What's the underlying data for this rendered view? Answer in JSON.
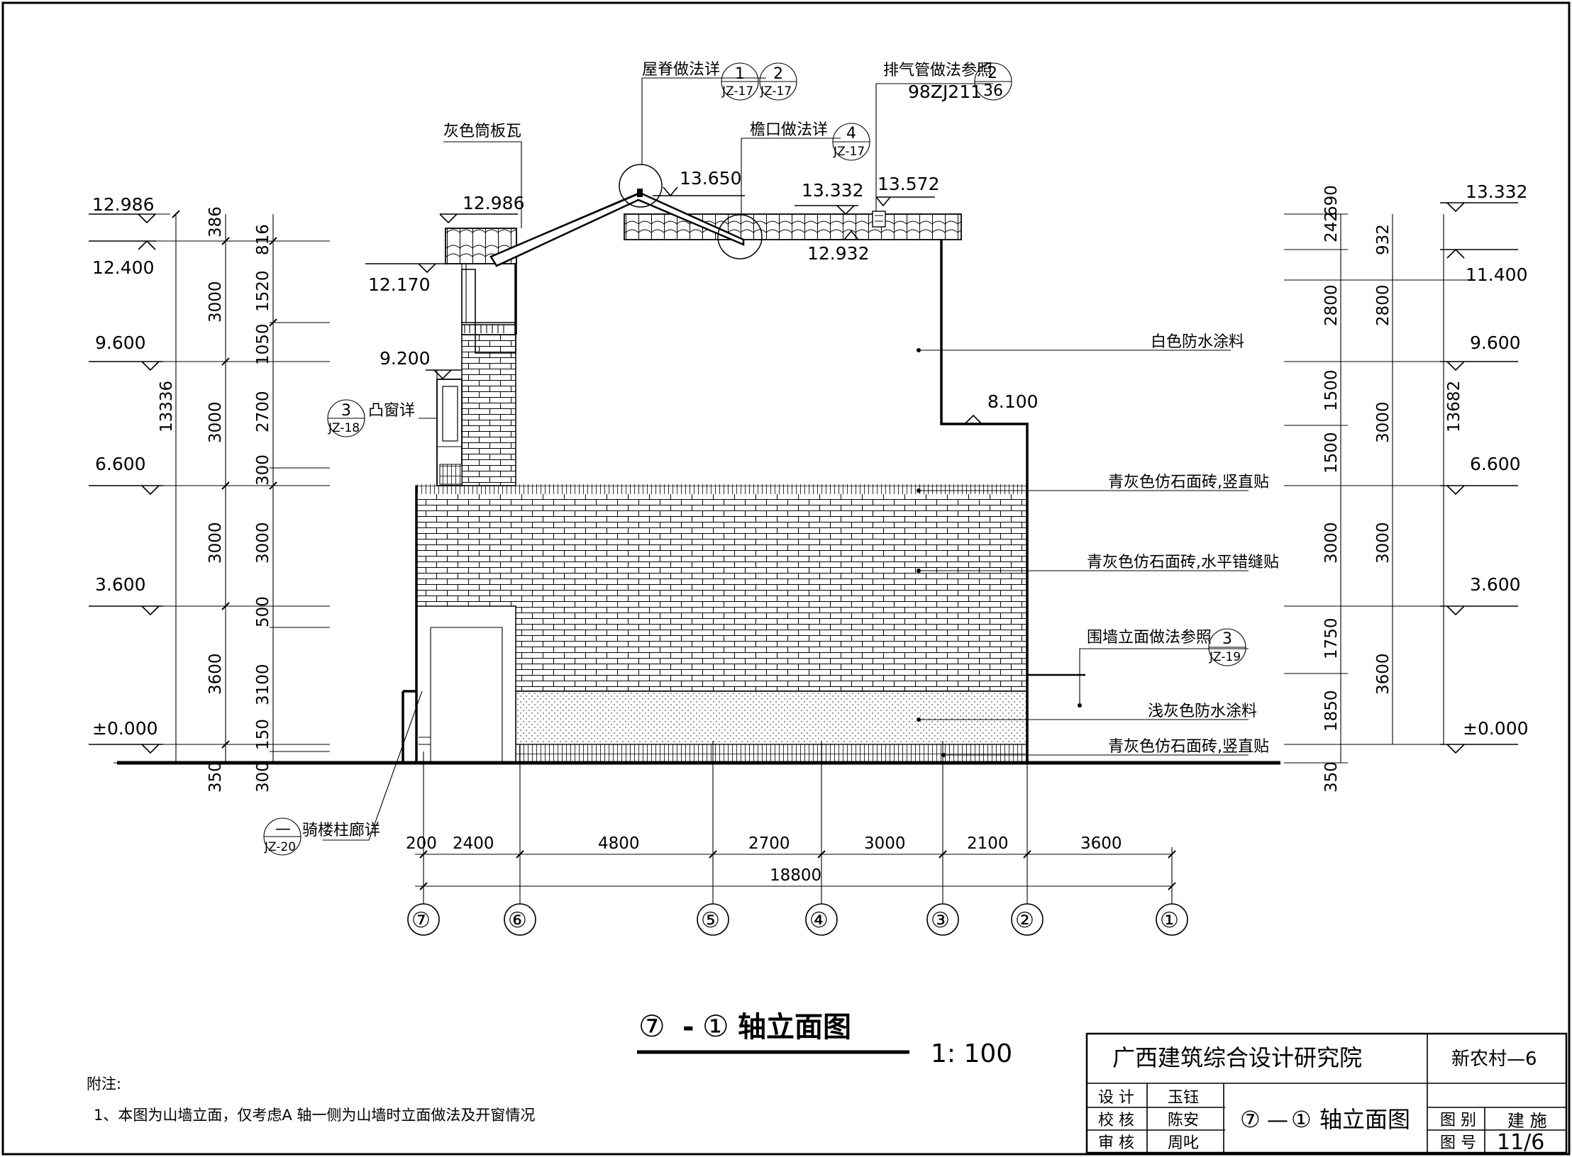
{
  "drawing": {
    "title_circle_left": "⑦",
    "title_dash": "-",
    "title_circle_right": "①",
    "title_text": "轴立面图",
    "scale": "1: 100"
  },
  "notes": {
    "heading": "附注:",
    "item1": "1、本图为山墙立面，仅考虑A 轴一侧为山墙时立面做法及开窗情况"
  },
  "title_block": {
    "institute": "广西建筑综合设计研究院",
    "project": "新农村—6",
    "drawing_name_a": "⑦",
    "drawing_name_b": "—",
    "drawing_name_c": "①",
    "drawing_name_d": "轴立面图",
    "design_label": "设 计",
    "designer": "玉钰",
    "check_label": "校 核",
    "checker": "陈安",
    "review_label": "审 核",
    "reviewer": "周叱",
    "category_label": "图 别",
    "category": "建 施",
    "number_label": "图 号",
    "number": "11/6"
  },
  "left_elevations": [
    "12.986",
    "12.400",
    "9.600",
    "6.600",
    "3.600",
    "±0.000"
  ],
  "right_elevations": [
    "13.332",
    "11.400",
    "9.600",
    "6.600",
    "3.600",
    "±0.000"
  ],
  "roof_elevations": {
    "eave_left": "12.986",
    "ridge": "13.650",
    "eave_right_top": "13.332",
    "vent": "13.572",
    "eave_right_bottom": "12.932",
    "balcony": "12.170",
    "bay_window": "9.200",
    "step": "8.100"
  },
  "left_dims_outer": [
    "13336"
  ],
  "left_dims_mid": [
    "386",
    "3000",
    "3000",
    "3000",
    "3600",
    "350"
  ],
  "left_dims_inner": [
    "816",
    "1520",
    "1050",
    "2700",
    "300",
    "3000",
    "500",
    "3100",
    "150",
    "300"
  ],
  "right_dims_inner": [
    "242",
    "690",
    "2800",
    "1500",
    "1500",
    "3000",
    "1750",
    "1850",
    "350"
  ],
  "right_dims_outer_col": [
    "932",
    "2800",
    "3000",
    "3000",
    "3600"
  ],
  "right_dims_total": "13682",
  "bottom_dims": [
    "200",
    "2400",
    "4800",
    "2700",
    "3000",
    "2100",
    "3600"
  ],
  "bottom_total": "18800",
  "axes": [
    "⑦",
    "⑥",
    "⑤",
    "④",
    "③",
    "②",
    "①"
  ],
  "annotations": {
    "ridge_detail": "屋脊做法详",
    "ridge_ref1_top": "1",
    "ridge_ref1_bottom": "JZ-17",
    "ridge_ref2_top": "2",
    "ridge_ref2_bottom": "JZ-17",
    "vent_detail": "排气管做法参照",
    "vent_code": "98ZJ211",
    "vent_ref_top": "2",
    "vent_ref_bottom": "36",
    "tile": "灰色筒板瓦",
    "eave_detail": "檐口做法详",
    "eave_ref_top": "4",
    "eave_ref_bottom": "JZ-17",
    "bay_ref_top": "3",
    "bay_ref_bottom": "JZ-18",
    "bay_detail": "凸窗详",
    "white_paint": "白色防水涂料",
    "stone_vertical": "青灰色仿石面砖,竖直贴",
    "stone_horizontal": "青灰色仿石面砖,水平错缝贴",
    "fence_detail": "围墙立面做法参照",
    "fence_ref_top": "3",
    "fence_ref_bottom": "JZ-19",
    "light_grey": "浅灰色防水涂料",
    "stone_vertical2": "青灰色仿石面砖,竖直贴",
    "arcade_ref_top": "—",
    "arcade_ref_bottom": "JZ-20",
    "arcade_detail": "骑楼柱廊详"
  }
}
